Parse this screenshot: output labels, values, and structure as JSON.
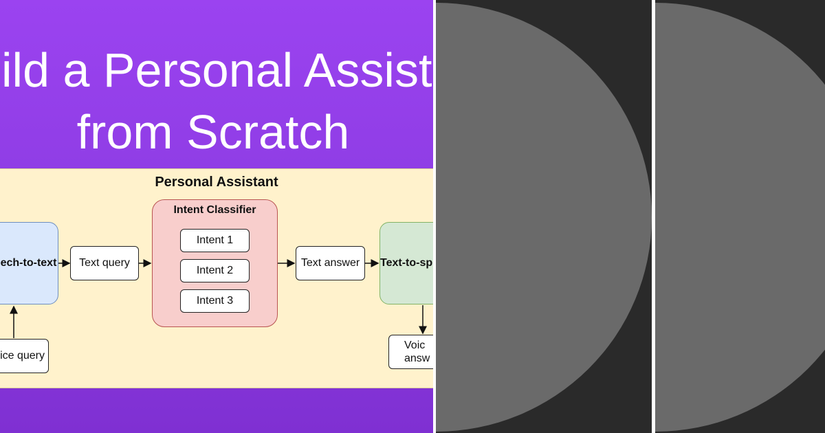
{
  "title": {
    "line1": "ild a Personal Assist",
    "line2": "from Scratch"
  },
  "diagram": {
    "title": "Personal Assistant",
    "speech_to_text": "ech-to-text",
    "text_query": "Text query",
    "intent_classifier": {
      "label": "Intent Classifier",
      "intents": [
        "Intent 1",
        "Intent 2",
        "Intent 3"
      ]
    },
    "text_answer": "Text answer",
    "text_to_speech": "Text-to-sp",
    "voice_query": "ice query",
    "voice_answer_line1": "Voic",
    "voice_answer_line2": "answ"
  },
  "colors": {
    "header_purple": "#9b43f0",
    "diagram_background": "#fff2cc",
    "speech_box": "#dae8fc",
    "intent_box": "#f8cecc",
    "tts_box": "#d5e8d4",
    "panel_dark": "#2a2a2a",
    "panel_circle": "#6a6a6a"
  }
}
